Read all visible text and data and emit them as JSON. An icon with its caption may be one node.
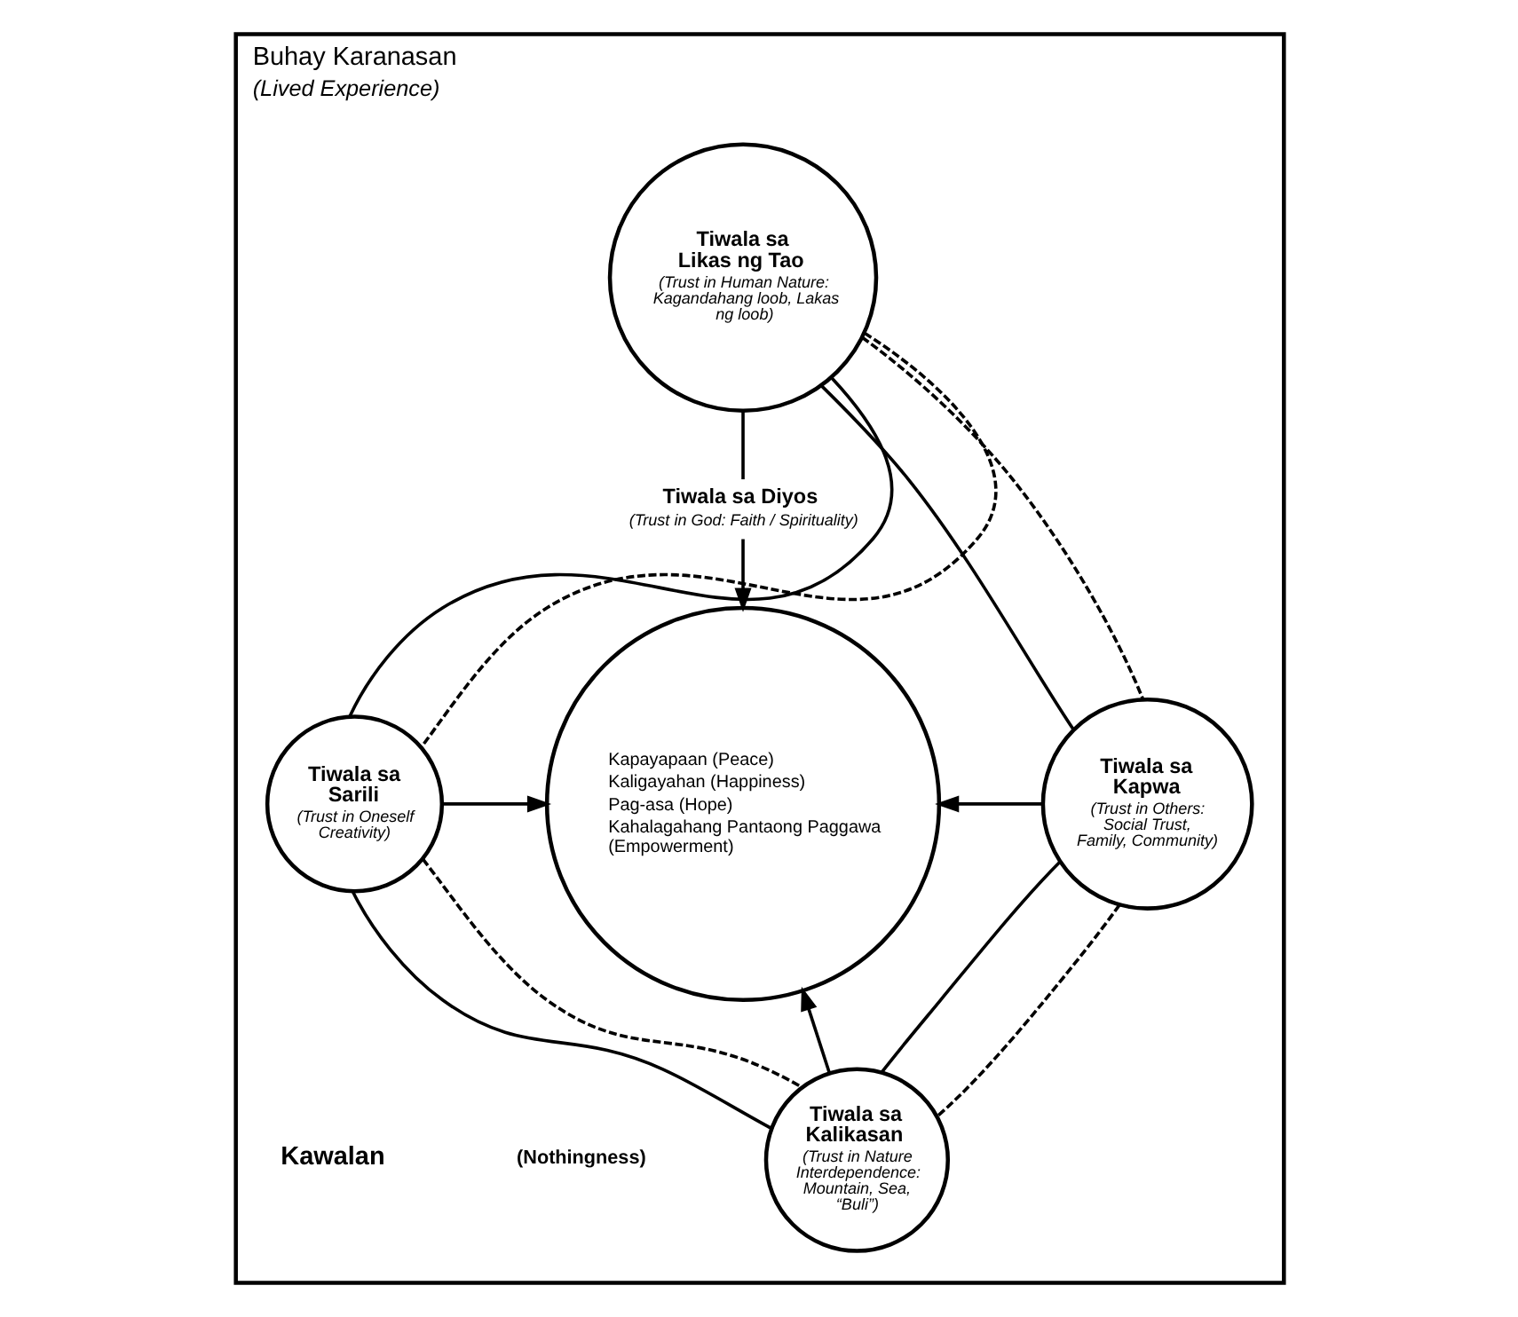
{
  "diagram": {
    "nodes": [
      {
        "text": [
          "Buhay Karanasan",
          "(Lived Experience)"
        ]
      },
      {
        "text": [
          "Tiwala sa Likas ng Tao",
          "(Trust in Human Nature: Kagandahang loob, Lakas ng loob)"
        ],
        "in": 0
      },
      {
        "text": [
          "Tiwala sa Diyos",
          "(Trust in God: Faith / Spirituality)"
        ],
        "in": 0
      },
      {
        "text": [
          "Tiwala sa Sarili",
          "(Trust in Oneself Creativity)"
        ],
        "in": 0
      },
      {
        "text": [
          "Kapayapaan (Peace)",
          "Kaligayahan (Happiness)",
          "Pag-asa (Hope)",
          "Kahalagahang Pantaong Paggawa (Empowerment)"
        ],
        "in": 0
      },
      {
        "text": [
          "Tiwala sa Kapwa",
          "(Trust in Others: Social Trust, Family, Community)"
        ],
        "in": 0
      },
      {
        "text": [
          "Tiwala sa Kalikasan",
          "(Trust in Nature Interdependence: Mountain, Sea, “Buli”)"
        ],
        "in": 0
      }
    ],
    "edges": [
      {
        "from": 1,
        "to": 2,
        "arrow": "none"
      },
      {
        "from": 2,
        "to": 4,
        "arrow": "to"
      },
      {
        "from": 3,
        "to": 4,
        "arrow": "to"
      },
      {
        "from": 5,
        "to": 4,
        "arrow": "to"
      },
      {
        "from": 6,
        "to": 4,
        "arrow": "to"
      },
      {
        "from": 1,
        "to": 5,
        "arrow": "none"
      },
      {
        "from": 5,
        "to": 6,
        "arrow": "none"
      },
      {
        "from": 6,
        "to": 3,
        "arrow": "none"
      },
      {
        "from": 3,
        "to": 1,
        "arrow": "none"
      },
      {
        "from": 1,
        "to": 5,
        "arrow": "none",
        "style": "dashed"
      },
      {
        "from": 5,
        "to": 6,
        "arrow": "none",
        "style": "dashed"
      },
      {
        "from": 6,
        "to": 3,
        "arrow": "none",
        "style": "dashed"
      },
      {
        "from": 3,
        "to": 1,
        "arrow": "none",
        "style": "dashed"
      }
    ],
    "labels": [
      "Kawalan",
      "(Nothingness)"
    ]
  }
}
